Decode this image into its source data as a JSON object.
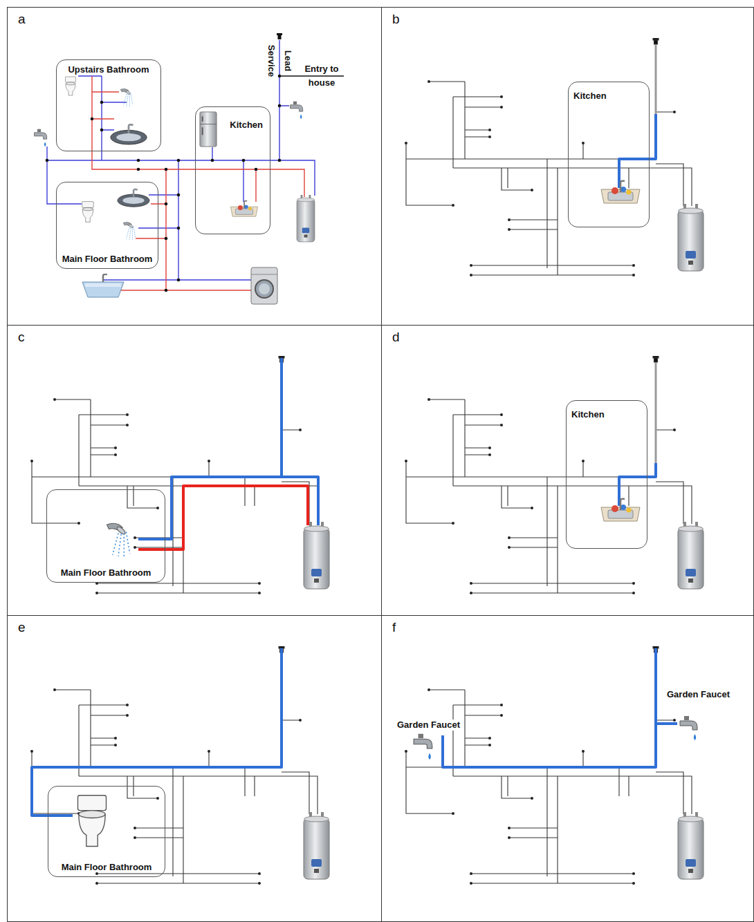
{
  "diagram": {
    "nodes": [
      {
        "text": [
          "a"
        ]
      },
      {
        "text": [
          "Upstairs Bathroom"
        ],
        "in": 0
      },
      {
        "text": [
          "Kitchen"
        ],
        "in": 0
      },
      {
        "text": [
          "Main Floor Bathroom"
        ],
        "in": 0
      },
      {
        "text": [
          "b"
        ]
      },
      {
        "text": [
          "Kitchen"
        ],
        "in": 4
      },
      {
        "text": [
          "c"
        ]
      },
      {
        "text": [
          "Main Floor Bathroom"
        ],
        "in": 6
      },
      {
        "text": [
          "d"
        ]
      },
      {
        "text": [
          "Kitchen"
        ],
        "in": 8
      },
      {
        "text": [
          "e"
        ]
      },
      {
        "text": [
          "Main Floor Bathroom"
        ],
        "in": 10
      },
      {
        "text": [
          "f"
        ]
      }
    ],
    "labels": [
      "Lead Service",
      "Entry to house",
      "Garden Faucet",
      "Garden Faucet"
    ]
  }
}
